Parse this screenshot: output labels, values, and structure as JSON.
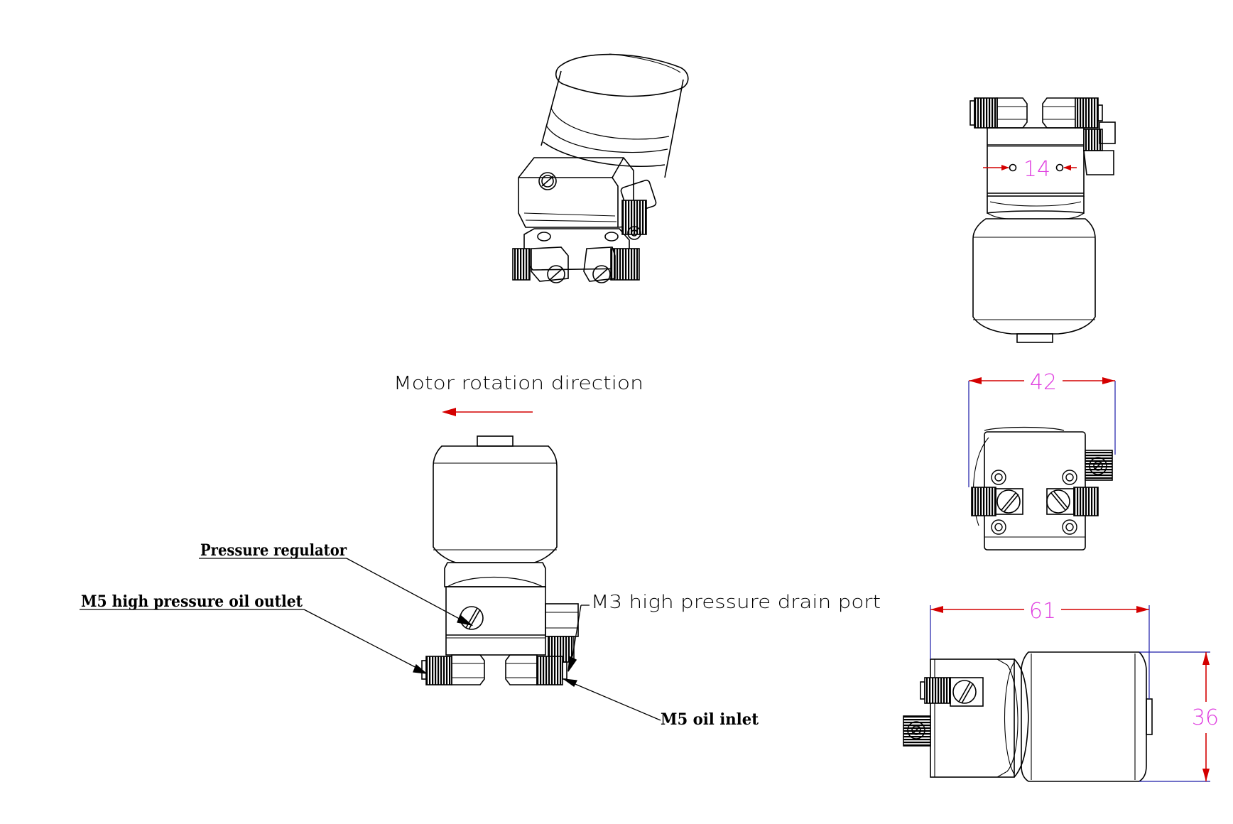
{
  "labels": {
    "motor_rotation": "Motor rotation direction",
    "pressure_regulator": "Pressure regulator",
    "oil_outlet": "M5 high pressure oil outlet",
    "drain_port": "M3 high pressure drain port",
    "oil_inlet": "M5 oil inlet"
  },
  "dimensions": {
    "hole_spacing": "14",
    "width": "42",
    "length": "61",
    "height": "36"
  },
  "colors": {
    "line": "#000000",
    "arrow": "#d40000",
    "dimension_text": "#e040e0",
    "extension": "#1a1aa8"
  }
}
